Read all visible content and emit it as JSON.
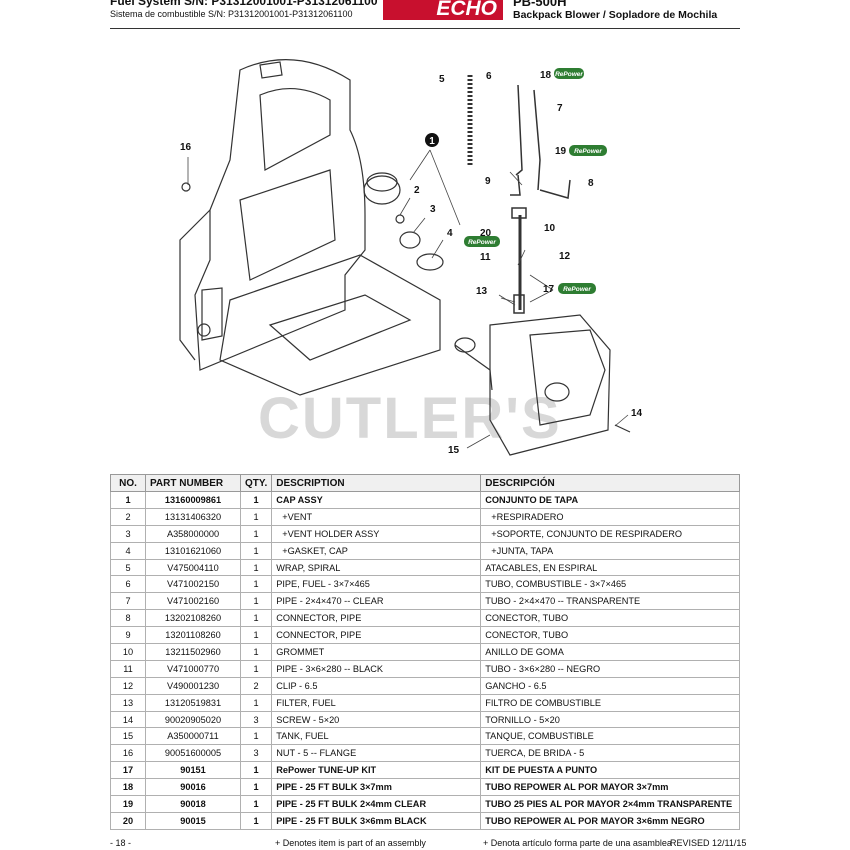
{
  "header": {
    "line1": "Fuel System S/N: P31312001001-P31312061100",
    "line2": "Sistema de combustible S/N: P31312001001-P31312061100",
    "brand": "ECHO",
    "model": "PB-500H",
    "subtitle": "Backpack Blower / Sopladore de Mochila"
  },
  "watermark": "CUTLER'S",
  "diagram": {
    "callouts": [
      "1",
      "2",
      "3",
      "4",
      "5",
      "6",
      "7",
      "8",
      "9",
      "10",
      "11",
      "12",
      "13",
      "14",
      "15",
      "16",
      "17",
      "18",
      "19",
      "20"
    ],
    "repower_label": "RePower"
  },
  "table": {
    "headers": [
      "NO.",
      "PART NUMBER",
      "QTY.",
      "DESCRIPTION",
      "DESCRIPCIÓN"
    ],
    "rows": [
      {
        "no": "1",
        "part": "13160009861",
        "qty": "1",
        "desc": "CAP ASSY",
        "desc_es": "CONJUNTO DE TAPA",
        "bold": true,
        "indent": false
      },
      {
        "no": "2",
        "part": "13131406320",
        "qty": "1",
        "desc": "+VENT",
        "desc_es": "+RESPIRADERO",
        "bold": false,
        "indent": true
      },
      {
        "no": "3",
        "part": "A358000000",
        "qty": "1",
        "desc": "+VENT HOLDER ASSY",
        "desc_es": "+SOPORTE, CONJUNTO DE RESPIRADERO",
        "bold": false,
        "indent": true
      },
      {
        "no": "4",
        "part": "13101621060",
        "qty": "1",
        "desc": "+GASKET, CAP",
        "desc_es": "+JUNTA, TAPA",
        "bold": false,
        "indent": true
      },
      {
        "no": "5",
        "part": "V475004110",
        "qty": "1",
        "desc": "WRAP, SPIRAL",
        "desc_es": "ATACABLES, EN ESPIRAL",
        "bold": false,
        "indent": false
      },
      {
        "no": "6",
        "part": "V471002150",
        "qty": "1",
        "desc": "PIPE, FUEL - 3×7×465",
        "desc_es": "TUBO, COMBUSTIBLE - 3×7×465",
        "bold": false,
        "indent": false
      },
      {
        "no": "7",
        "part": "V471002160",
        "qty": "1",
        "desc": "PIPE - 2×4×470 -- CLEAR",
        "desc_es": "TUBO - 2×4×470 -- TRANSPARENTE",
        "bold": false,
        "indent": false
      },
      {
        "no": "8",
        "part": "13202108260",
        "qty": "1",
        "desc": "CONNECTOR, PIPE",
        "desc_es": "CONECTOR, TUBO",
        "bold": false,
        "indent": false
      },
      {
        "no": "9",
        "part": "13201108260",
        "qty": "1",
        "desc": "CONNECTOR, PIPE",
        "desc_es": "CONECTOR, TUBO",
        "bold": false,
        "indent": false
      },
      {
        "no": "10",
        "part": "13211502960",
        "qty": "1",
        "desc": "GROMMET",
        "desc_es": "ANILLO DE GOMA",
        "bold": false,
        "indent": false
      },
      {
        "no": "11",
        "part": "V471000770",
        "qty": "1",
        "desc": "PIPE - 3×6×280 -- BLACK",
        "desc_es": "TUBO - 3×6×280 -- NEGRO",
        "bold": false,
        "indent": false
      },
      {
        "no": "12",
        "part": "V490001230",
        "qty": "2",
        "desc": "CLIP - 6.5",
        "desc_es": "GANCHO - 6.5",
        "bold": false,
        "indent": false
      },
      {
        "no": "13",
        "part": "13120519831",
        "qty": "1",
        "desc": "FILTER, FUEL",
        "desc_es": "FILTRO DE COMBUSTIBLE",
        "bold": false,
        "indent": false
      },
      {
        "no": "14",
        "part": "90020905020",
        "qty": "3",
        "desc": "SCREW - 5×20",
        "desc_es": "TORNILLO - 5×20",
        "bold": false,
        "indent": false
      },
      {
        "no": "15",
        "part": "A350000711",
        "qty": "1",
        "desc": "TANK, FUEL",
        "desc_es": "TANQUE, COMBUSTIBLE",
        "bold": false,
        "indent": false
      },
      {
        "no": "16",
        "part": "90051600005",
        "qty": "3",
        "desc": "NUT - 5 -- FLANGE",
        "desc_es": "TUERCA, DE BRIDA - 5",
        "bold": false,
        "indent": false
      },
      {
        "no": "17",
        "part": "90151",
        "qty": "1",
        "desc": "RePower TUNE-UP KIT",
        "desc_es": "KIT DE PUESTA A PUNTO",
        "bold": true,
        "indent": false
      },
      {
        "no": "18",
        "part": "90016",
        "qty": "1",
        "desc": "PIPE - 25 FT BULK 3×7mm",
        "desc_es": "TUBO REPOWER AL POR MAYOR 3×7mm",
        "bold": true,
        "indent": false
      },
      {
        "no": "19",
        "part": "90018",
        "qty": "1",
        "desc": "PIPE - 25 FT BULK 2×4mm CLEAR",
        "desc_es": "TUBO 25 PIES AL POR MAYOR 2×4mm TRANSPARENTE",
        "bold": true,
        "indent": false
      },
      {
        "no": "20",
        "part": "90015",
        "qty": "1",
        "desc": "PIPE - 25 FT BULK 3×6mm BLACK",
        "desc_es": "TUBO REPOWER AL POR MAYOR 3×6mm NEGRO",
        "bold": true,
        "indent": false
      }
    ]
  },
  "footer": {
    "page": "- 18 -",
    "note_en": "+ Denotes item is part of an assembly",
    "note_es": "+ Denota artículo forma parte de una asamblea",
    "revised": "REVISED 12/11/15"
  },
  "colors": {
    "brand_red": "#c8102e",
    "repower_green": "#2e7d32"
  }
}
